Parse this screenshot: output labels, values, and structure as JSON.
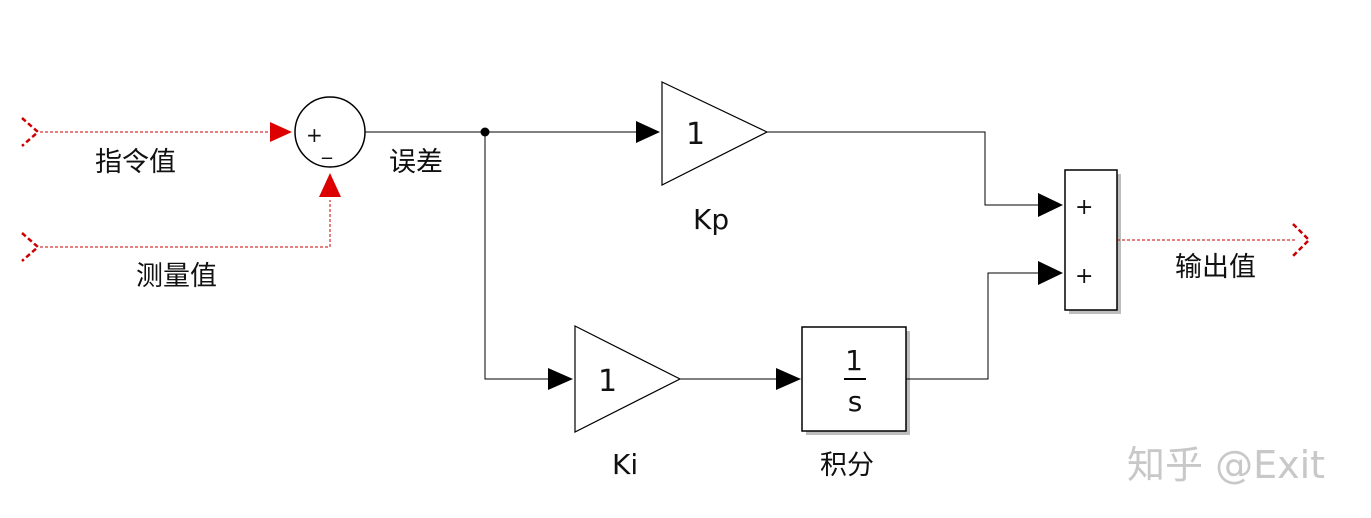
{
  "labels": {
    "command": "指令值",
    "measured": "测量值",
    "error": "误差",
    "kp": "Kp",
    "ki": "Ki",
    "integral": "积分",
    "output": "输出值"
  },
  "blocks": {
    "sum1": {
      "plus": "+",
      "minus": "_"
    },
    "kp_gain": "1",
    "ki_gain": "1",
    "integrator_num": "1",
    "integrator_den": "s",
    "sum2": {
      "top": "+",
      "bottom": "+"
    }
  },
  "watermark": "知乎 @Exit",
  "colors": {
    "signal": "#000000",
    "port_signal": "#cc0000",
    "port_arrow": "#dd0000"
  }
}
